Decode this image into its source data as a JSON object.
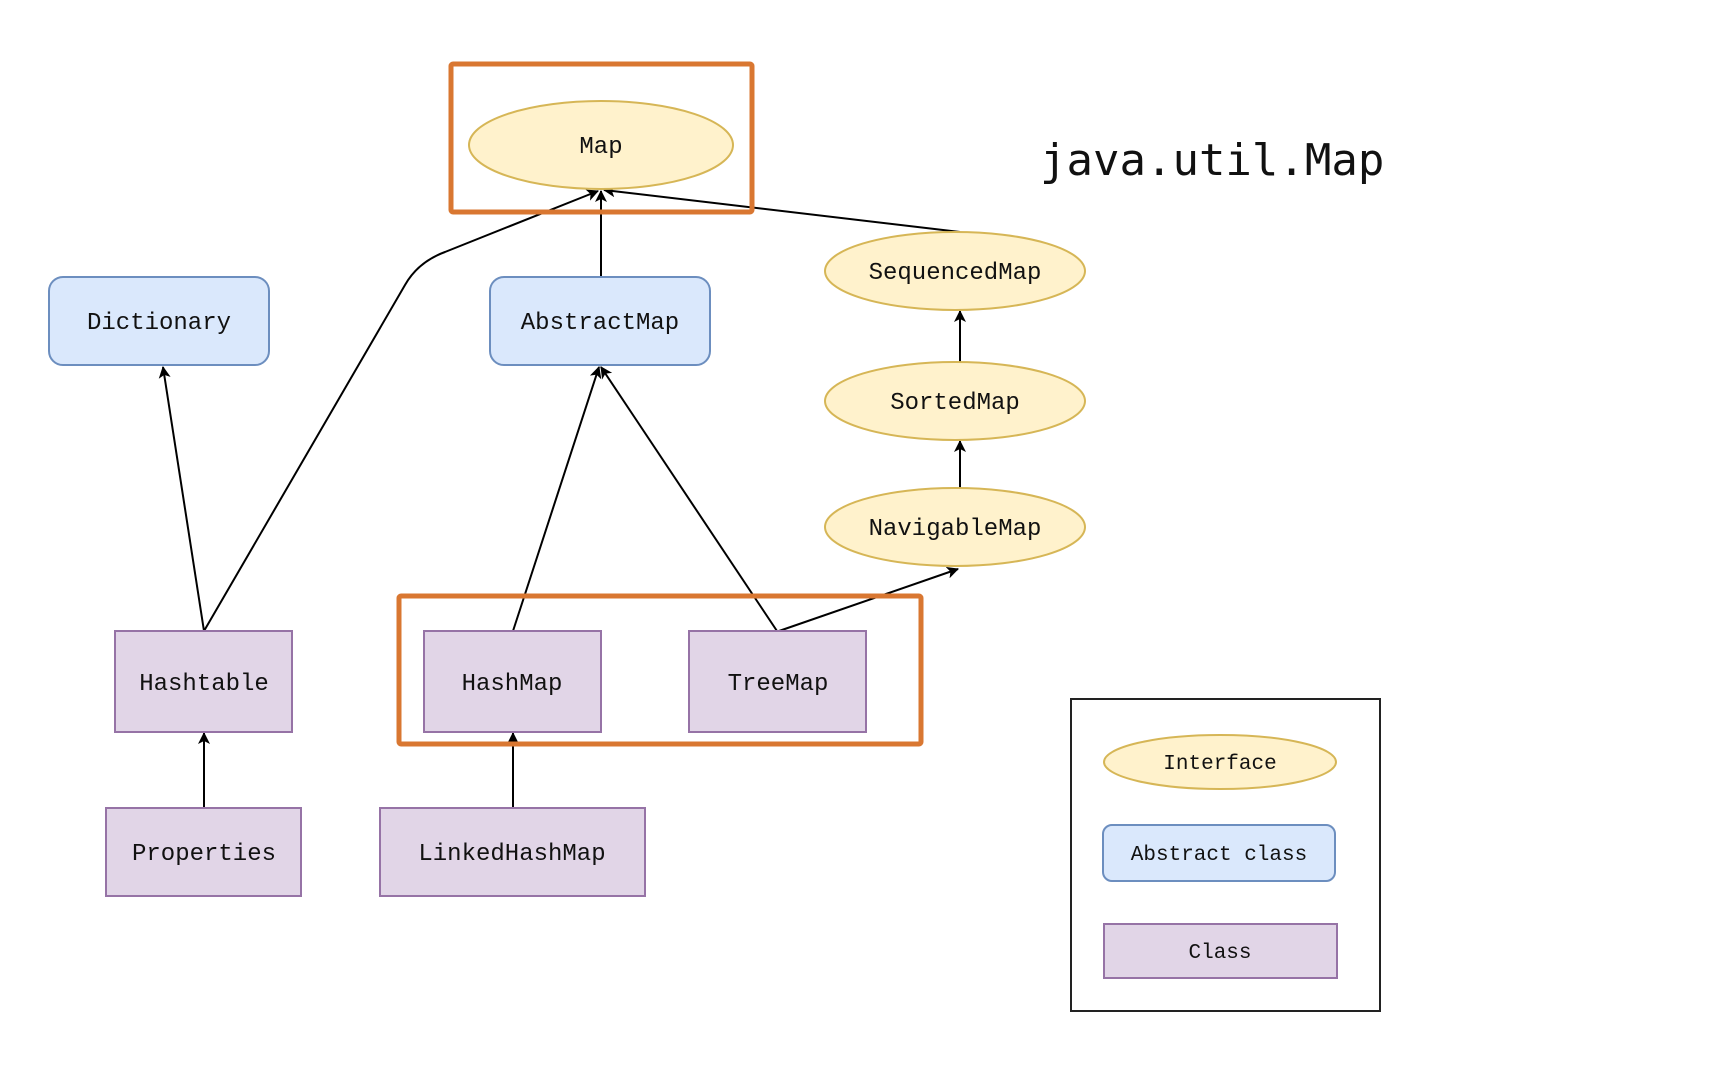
{
  "title": "java.util.Map",
  "colors": {
    "interface_fill": "#fff2cc",
    "interface_stroke": "#d6b656",
    "abstract_fill": "#dae8fc",
    "abstract_stroke": "#6c8ebf",
    "class_fill": "#e1d5e7",
    "class_stroke": "#9673a6",
    "highlight": "#d97731"
  },
  "nodes": {
    "map": {
      "label": "Map",
      "kind": "interface",
      "highlighted": true
    },
    "sequencedmap": {
      "label": "SequencedMap",
      "kind": "interface"
    },
    "sortedmap": {
      "label": "SortedMap",
      "kind": "interface"
    },
    "navigablemap": {
      "label": "NavigableMap",
      "kind": "interface"
    },
    "dictionary": {
      "label": "Dictionary",
      "kind": "abstract"
    },
    "abstractmap": {
      "label": "AbstractMap",
      "kind": "abstract"
    },
    "hashtable": {
      "label": "Hashtable",
      "kind": "class"
    },
    "hashmap": {
      "label": "HashMap",
      "kind": "class",
      "highlighted": true
    },
    "treemap": {
      "label": "TreeMap",
      "kind": "class",
      "highlighted": true
    },
    "properties": {
      "label": "Properties",
      "kind": "class"
    },
    "linkedhashmap": {
      "label": "LinkedHashMap",
      "kind": "class"
    }
  },
  "edges": [
    {
      "from": "AbstractMap",
      "to": "Map"
    },
    {
      "from": "Hashtable",
      "to": "Map"
    },
    {
      "from": "SequencedMap",
      "to": "Map"
    },
    {
      "from": "SortedMap",
      "to": "SequencedMap"
    },
    {
      "from": "NavigableMap",
      "to": "SortedMap"
    },
    {
      "from": "Hashtable",
      "to": "Dictionary"
    },
    {
      "from": "HashMap",
      "to": "AbstractMap"
    },
    {
      "from": "TreeMap",
      "to": "AbstractMap"
    },
    {
      "from": "TreeMap",
      "to": "NavigableMap"
    },
    {
      "from": "Properties",
      "to": "Hashtable"
    },
    {
      "from": "LinkedHashMap",
      "to": "HashMap"
    }
  ],
  "legend": {
    "interface": "Interface",
    "abstract": "Abstract class",
    "class": "Class"
  }
}
